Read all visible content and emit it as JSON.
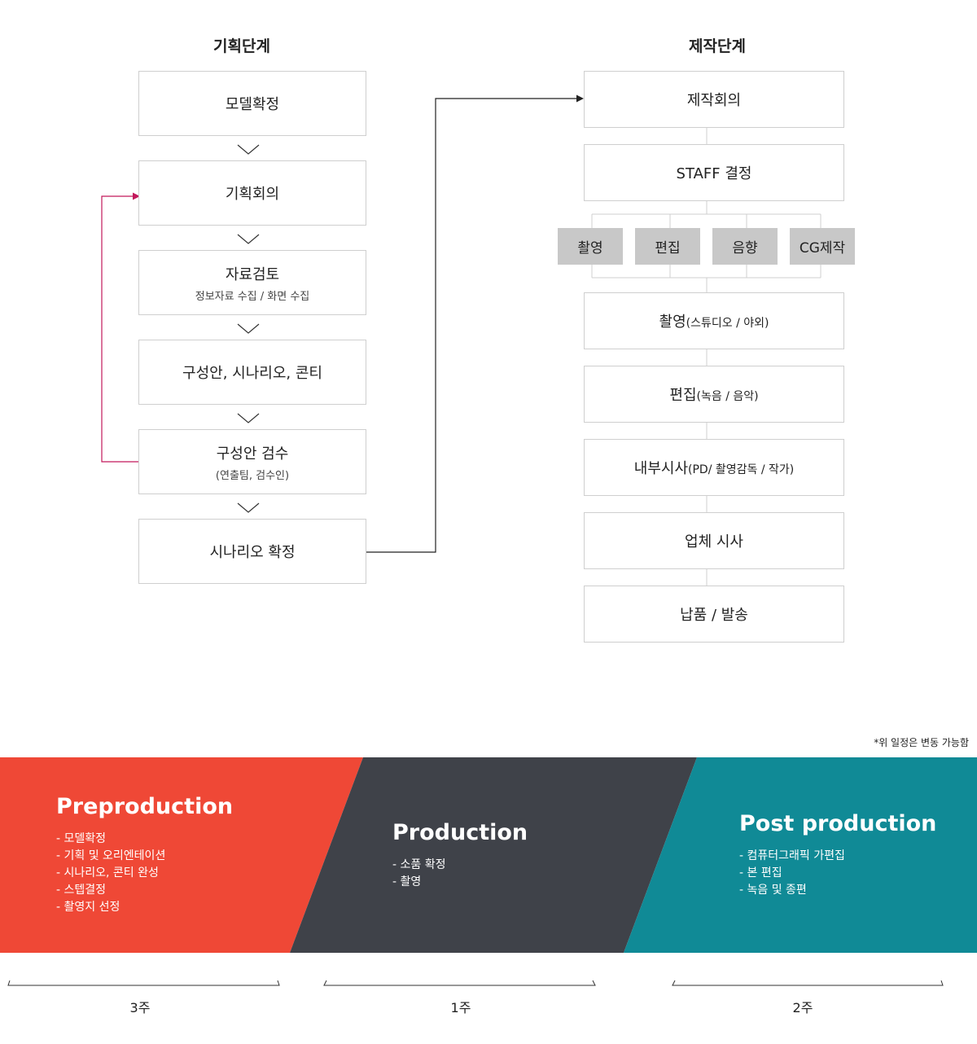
{
  "planning": {
    "title": "기획단계",
    "steps": [
      {
        "label": "모델확정",
        "sub": ""
      },
      {
        "label": "기획회의",
        "sub": ""
      },
      {
        "label": "자료검토",
        "sub": "정보자료 수집 / 화면 수집"
      },
      {
        "label": "구성안, 시나리오, 콘티",
        "sub": ""
      },
      {
        "label": "구성안 검수",
        "sub": "(연출팀, 검수인)"
      },
      {
        "label": "시나리오 확정",
        "sub": ""
      }
    ]
  },
  "production_stage": {
    "title": "제작단계",
    "meeting": "제작회의",
    "staff": "STAFF 결정",
    "tasks": [
      "촬영",
      "편집",
      "음향",
      "CG제작"
    ],
    "steps": [
      {
        "label": "촬영",
        "detail": "(스튜디오 / 야외)"
      },
      {
        "label": "편집",
        "detail": "(녹음 / 음악)"
      },
      {
        "label": "내부시사",
        "detail": "(PD/ 촬영감독 / 작가)"
      },
      {
        "label": "업체 시사",
        "detail": ""
      },
      {
        "label": "납품 / 발송",
        "detail": ""
      }
    ]
  },
  "note": "*위 일정은 변동 가능함",
  "phases": [
    {
      "title": "Preproduction",
      "items": [
        "- 모델확정",
        "- 기획 및 오리엔테이션",
        "- 시나리오, 콘티 완성",
        "- 스텝결정",
        "- 촬영지 선정"
      ],
      "duration": "3주",
      "color": "#ef4836"
    },
    {
      "title": "Production",
      "items": [
        "- 소품 확정",
        "- 촬영"
      ],
      "duration": "1주",
      "color": "#3f4249"
    },
    {
      "title": "Post production",
      "items": [
        "- 컴퓨터그래픽 가편집",
        "- 본 편집",
        "- 녹음 및 종편"
      ],
      "duration": "2주",
      "color": "#108a96"
    }
  ],
  "colors": {
    "feedback_line": "#c2185b",
    "connector": "#222222",
    "box_border": "#cfcfcf"
  }
}
